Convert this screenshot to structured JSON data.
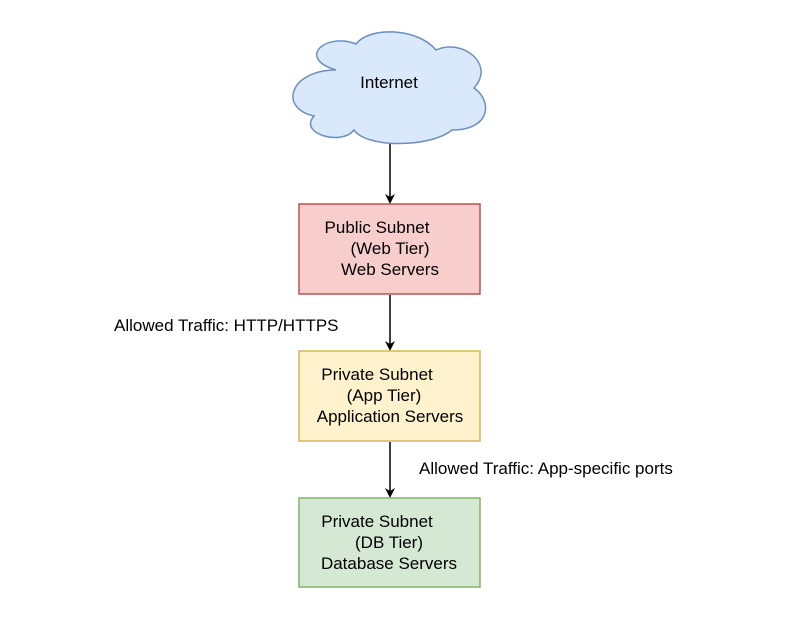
{
  "diagram": {
    "nodes": [
      {
        "id": "internet",
        "shape": "cloud",
        "fill": "#dae8fc",
        "stroke": "#6c8ebf",
        "lines": [
          "Internet"
        ]
      },
      {
        "id": "web",
        "shape": "rect",
        "fill": "#f8cecc",
        "stroke": "#b85450",
        "lines": [
          "Public Subnet",
          "(Web Tier)",
          "Web Servers"
        ]
      },
      {
        "id": "app",
        "shape": "rect",
        "fill": "#fff2cc",
        "stroke": "#d6b656",
        "lines": [
          "Private Subnet",
          "(App Tier)",
          "Application Servers"
        ]
      },
      {
        "id": "db",
        "shape": "rect",
        "fill": "#d5e8d4",
        "stroke": "#82b366",
        "lines": [
          "Private Subnet",
          "(DB Tier)",
          "Database Servers"
        ]
      }
    ],
    "edges": [
      {
        "from": "internet",
        "to": "web",
        "label": ""
      },
      {
        "from": "web",
        "to": "app",
        "label": "Allowed Traffic: HTTP/HTTPS"
      },
      {
        "from": "app",
        "to": "db",
        "label": "Allowed Traffic: App-specific ports"
      }
    ]
  }
}
